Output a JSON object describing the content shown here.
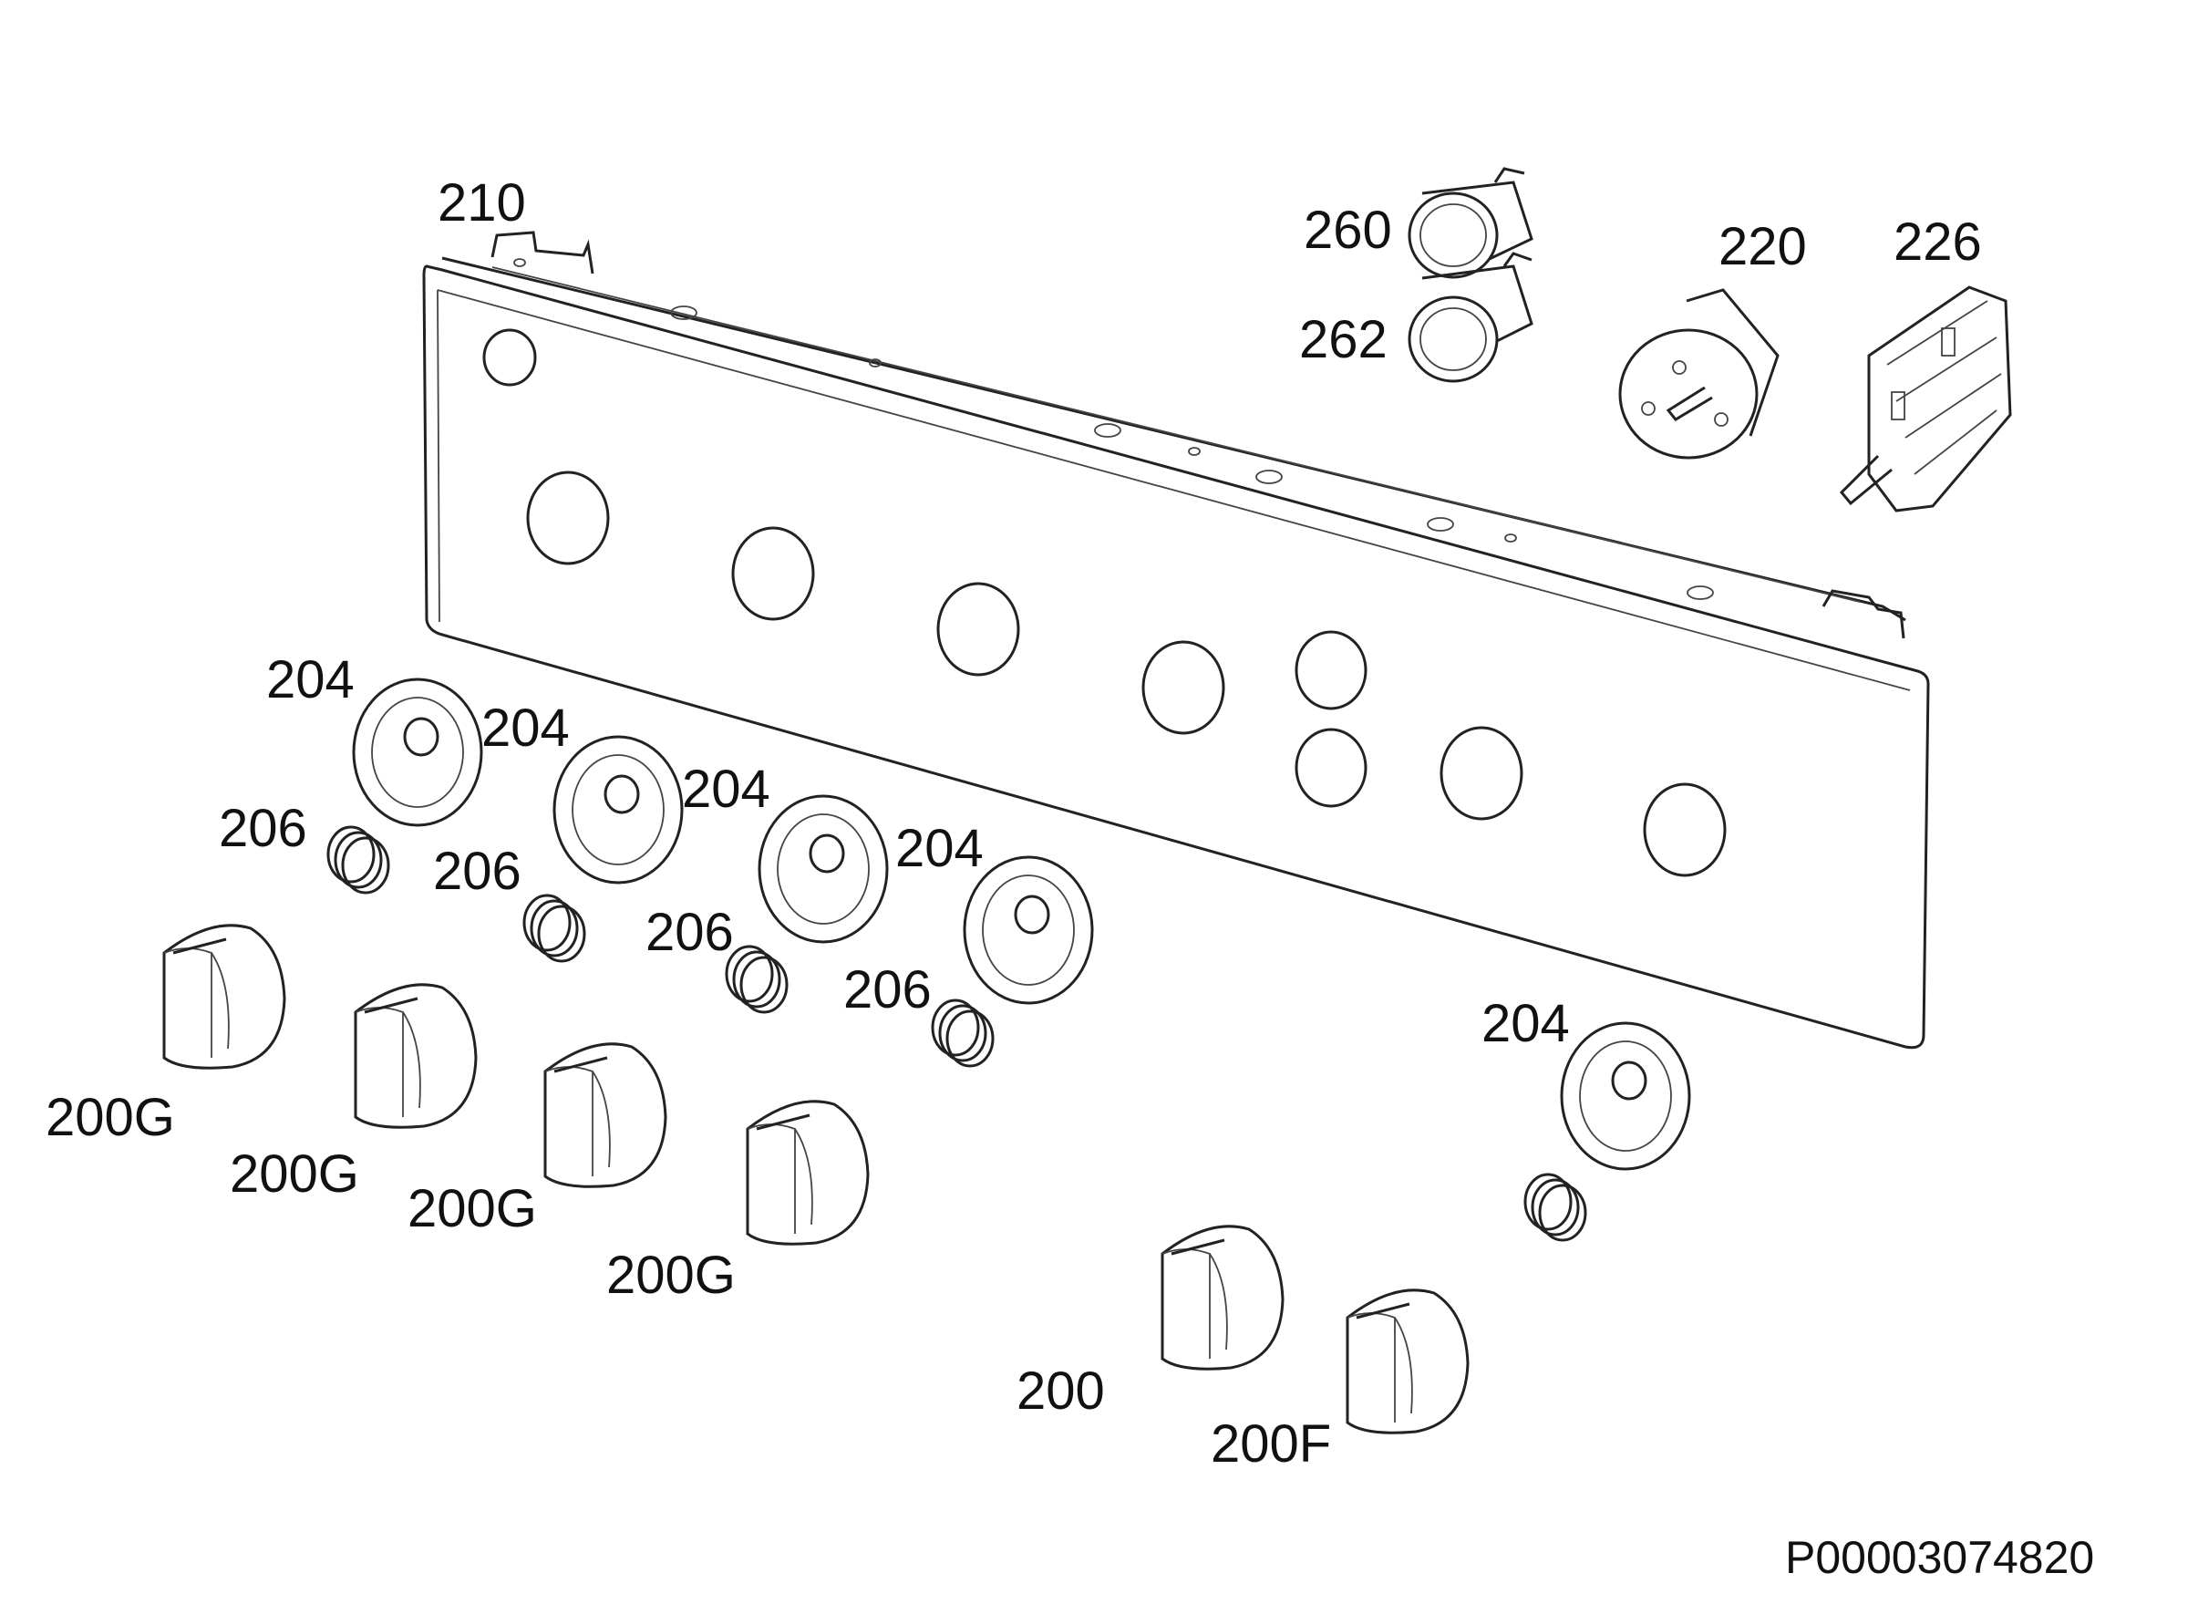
{
  "diagram": {
    "reference": "P00003074820",
    "parts": {
      "panel": "210",
      "lamp_top": "260",
      "lamp_bottom": "262",
      "timer": "220",
      "switch": "226",
      "bezels": [
        "204",
        "204",
        "204",
        "204",
        "204"
      ],
      "springs": [
        "206",
        "206",
        "206",
        "206"
      ],
      "knobs_g": [
        "200G",
        "200G",
        "200G",
        "200G"
      ],
      "knob_plain": "200",
      "knob_f": "200F"
    }
  },
  "colors": {
    "line": "#222222",
    "background": "#ffffff"
  }
}
